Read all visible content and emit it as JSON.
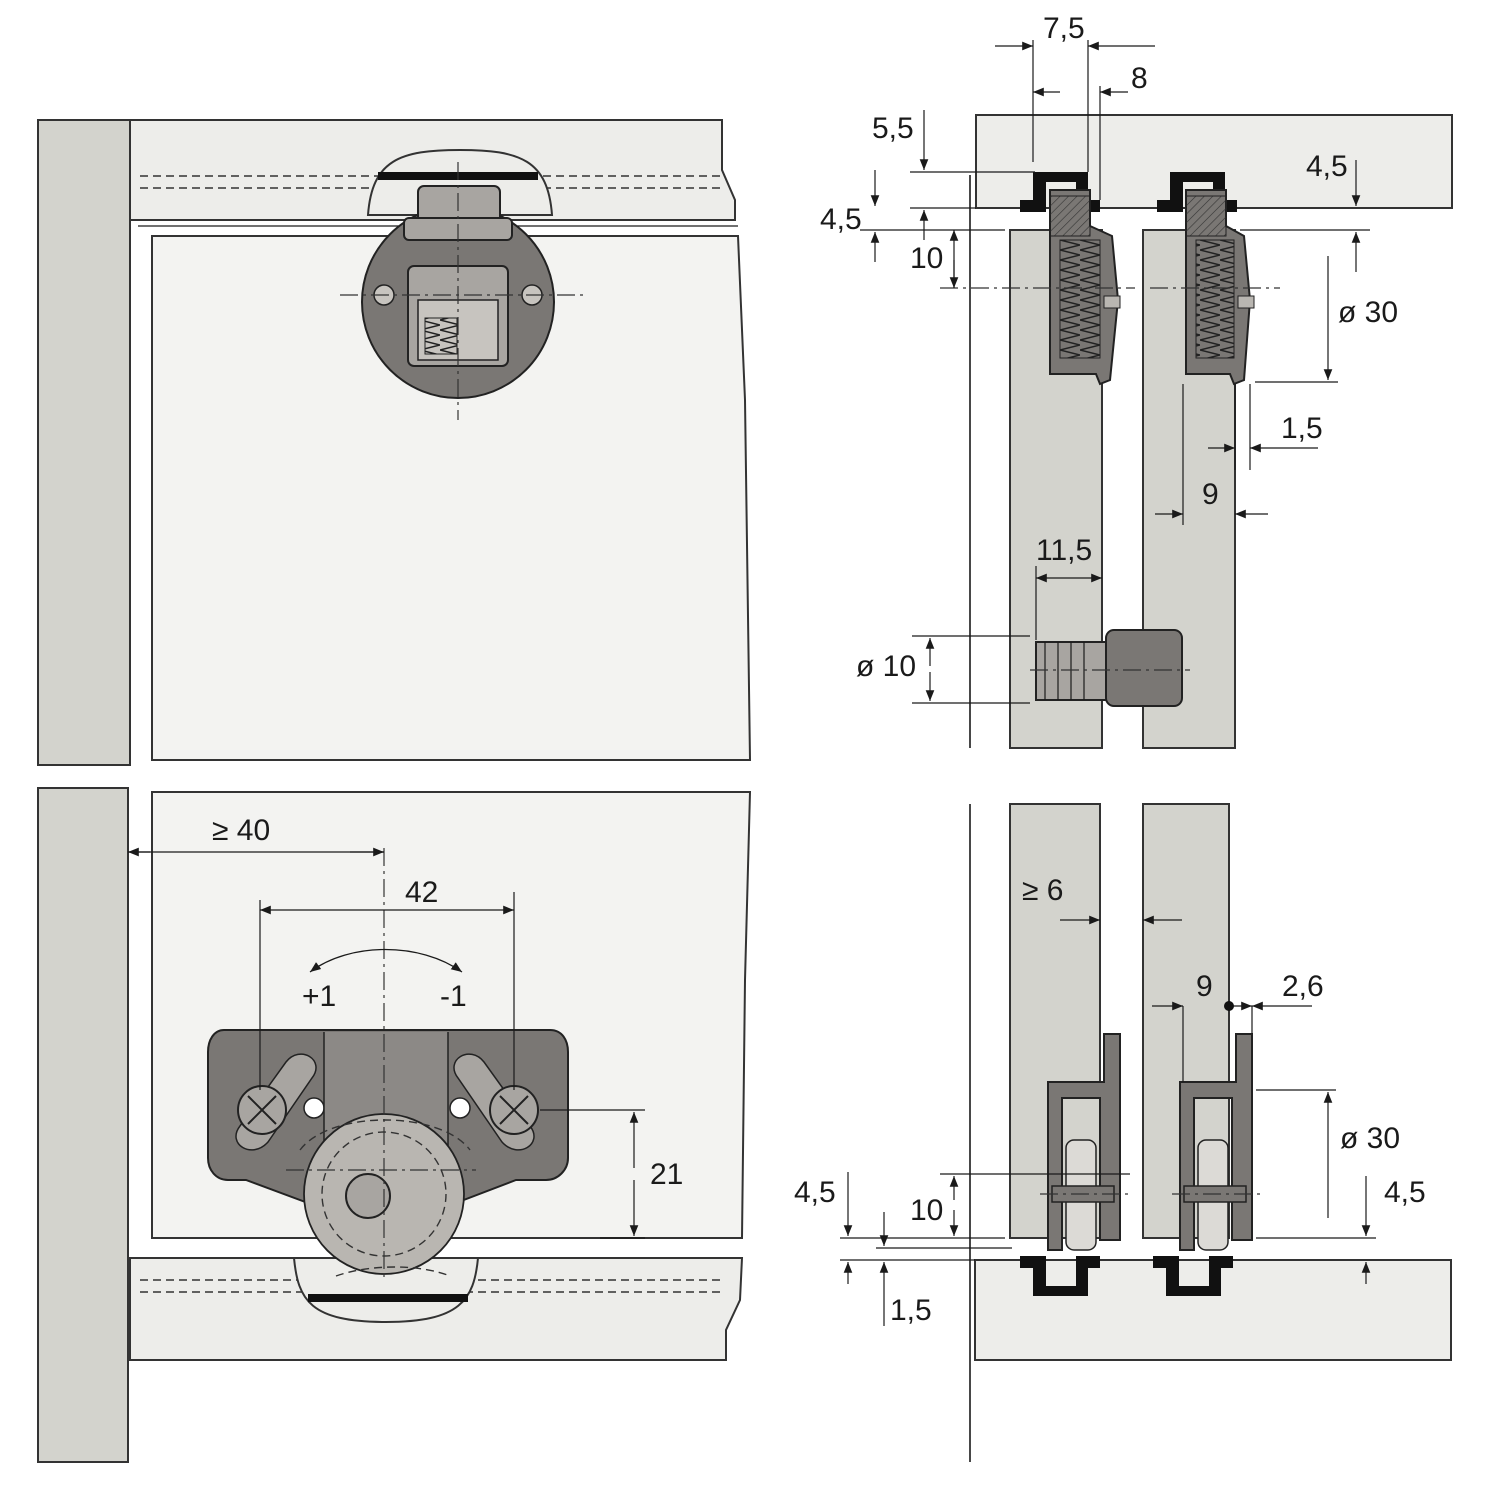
{
  "top_right": {
    "d1": "7,5",
    "d2": "8",
    "d3": "5,5",
    "d4": "4,5",
    "d5": "4,5",
    "d6": "10",
    "d7": "ø 30",
    "d8": "1,5",
    "d9": "9",
    "d10": "11,5",
    "d11": "ø 10"
  },
  "bottom_left": {
    "d1": "≥ 40",
    "d2": "42",
    "d3": "+1",
    "d4": "-1",
    "d5": "21"
  },
  "bottom_right": {
    "d1": "≥ 6",
    "d2": "9",
    "d3": "2,6",
    "d4": "ø 30",
    "d5": "4,5",
    "d6": "4,5",
    "d7": "10",
    "d8": "1,5"
  }
}
